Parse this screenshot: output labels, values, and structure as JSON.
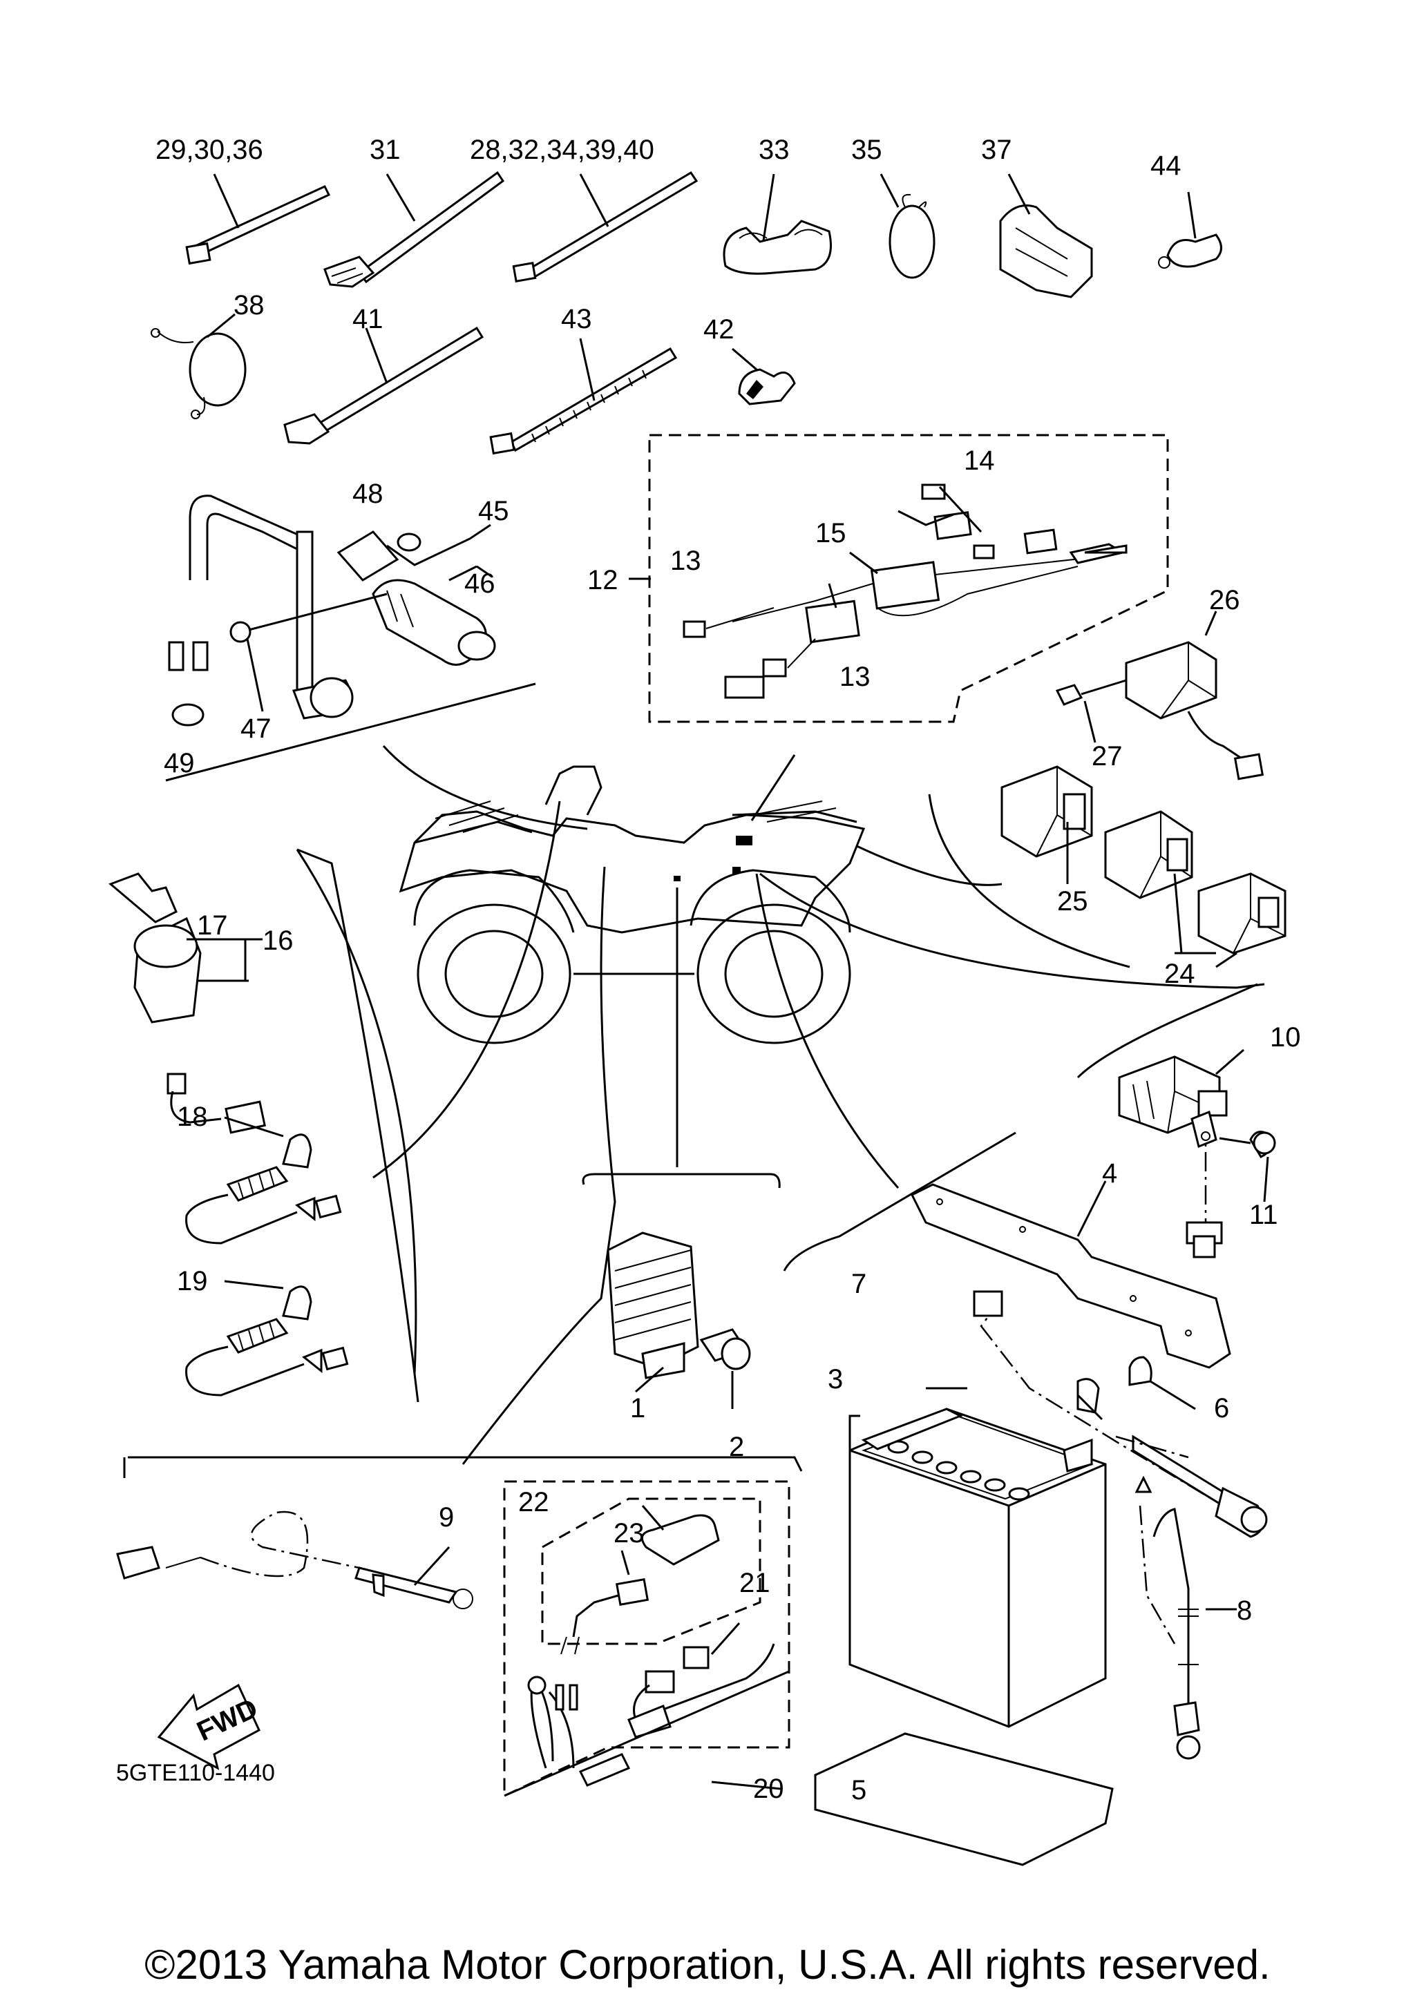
{
  "callouts": [
    "29,30,36",
    "31",
    "28,32,34,39,40",
    "33",
    "35",
    "37",
    "44",
    "38",
    "41",
    "43",
    "42",
    "14",
    "48",
    "45",
    "15",
    "13",
    "12",
    "46",
    "26",
    "27",
    "47",
    "49",
    "25",
    "24",
    "17",
    "16",
    "10",
    "18",
    "4",
    "11",
    "7",
    "19",
    "6",
    "3",
    "1",
    "2",
    "22",
    "9",
    "23",
    "21",
    "8",
    "5",
    "20"
  ],
  "fwd_text": "FWD",
  "diagram_code": "5GTE110-1440",
  "copyright": "©2013 Yamaha Motor Corporation, U.S.A. All rights reserved."
}
